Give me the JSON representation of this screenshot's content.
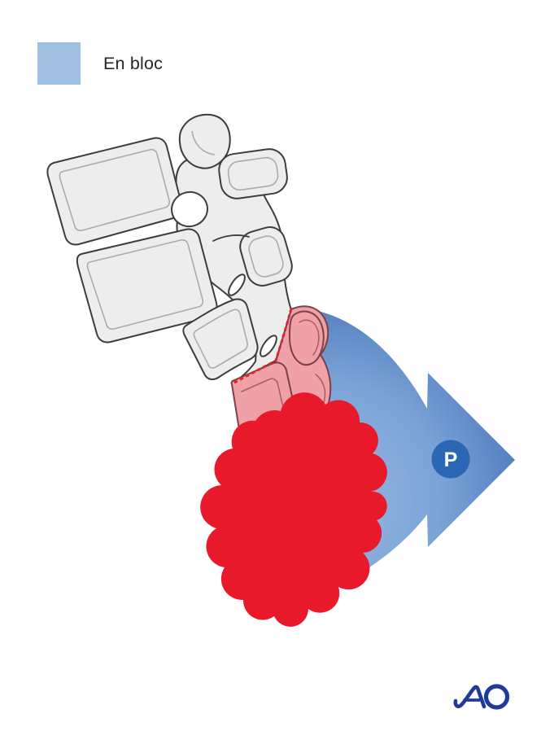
{
  "legend": {
    "label": "En bloc",
    "swatch_color": "#a1bfe0"
  },
  "illustration": {
    "arrow": {
      "label": "P",
      "badge_color": "#2a68b5",
      "gradient_light": "#9cbae2",
      "gradient_mid": "#7ba3d8",
      "gradient_dark": "#3f6db1"
    },
    "tumor_color": "#e8192b",
    "cut_line_color": "#e8212b",
    "segment_fill": "#f0a1a8",
    "segment_outline": "#7a4149",
    "bone_fill": "#ededee",
    "bone_outline": "#3d3d3d",
    "bone_inner_line": "#ababab"
  },
  "footer": {
    "logo_text": "AO",
    "logo_color": "#1e3b9b"
  }
}
